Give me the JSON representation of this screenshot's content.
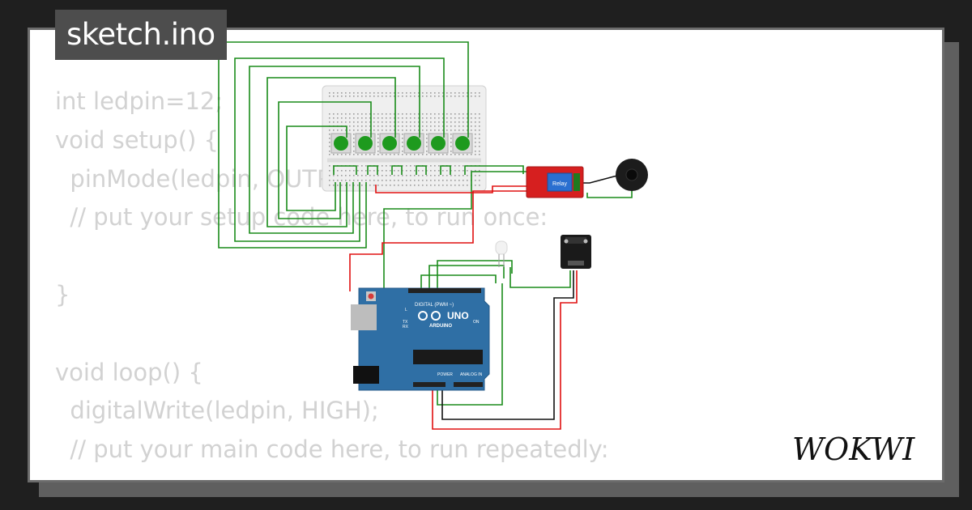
{
  "file_tab": {
    "label": "sketch.ino"
  },
  "code_lines": [
    "int ledpin=12;",
    "void setup() {",
    "  pinMode(ledpin, OUTPUT);",
    "  // put your setup code here, to run once:",
    "",
    "}",
    "",
    "void loop() {",
    "  digitalWrite(ledpin, HIGH);",
    "  // put your main code here, to run repeatedly:"
  ],
  "relay": {
    "label": "Relay"
  },
  "arduino": {
    "model": "UNO",
    "brand": "ARDUINO",
    "digital_label": "DIGITAL (PWM ~)",
    "power_label": "POWER",
    "analog_label": "ANALOG IN",
    "on_label": "ON",
    "tx_label": "TX",
    "rx_label": "RX",
    "l_label": "L"
  },
  "brand": {
    "name": "WOKWI"
  },
  "colors": {
    "wire_green": "#1a8c1a",
    "wire_red": "#e01010",
    "wire_black": "#111111",
    "board_blue": "#2f6fa5",
    "relay_red": "#d61f1f",
    "button_green": "#1e9a1e",
    "background": "#1f1f1f",
    "card": "#ffffff",
    "code_text": "#d2d2d2"
  }
}
